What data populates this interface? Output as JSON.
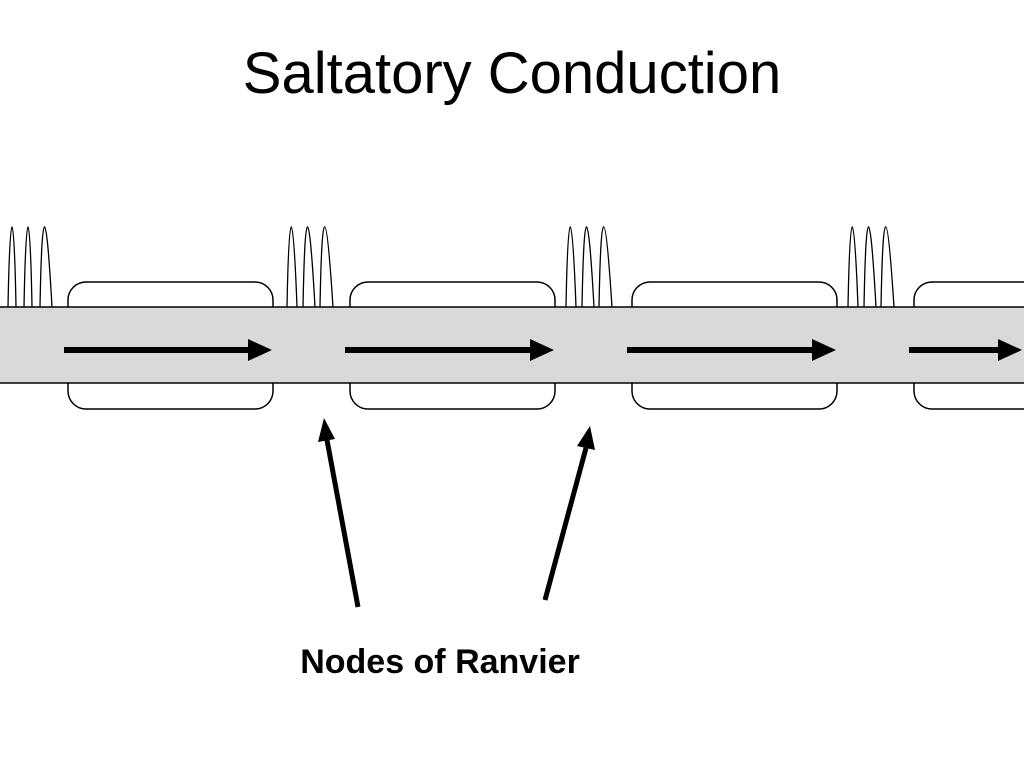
{
  "slide": {
    "title": "Saltatory Conduction",
    "callout_label": "Nodes of Ranvier"
  },
  "colors": {
    "axon_fill": "#d9d9d9",
    "stroke": "#000000",
    "background": "#ffffff"
  },
  "diagram": {
    "myelin_segment_count": 4,
    "node_spike_groups": 4,
    "spikes_per_node": 3,
    "conduction_arrows": 4,
    "callout_arrows": 2
  }
}
